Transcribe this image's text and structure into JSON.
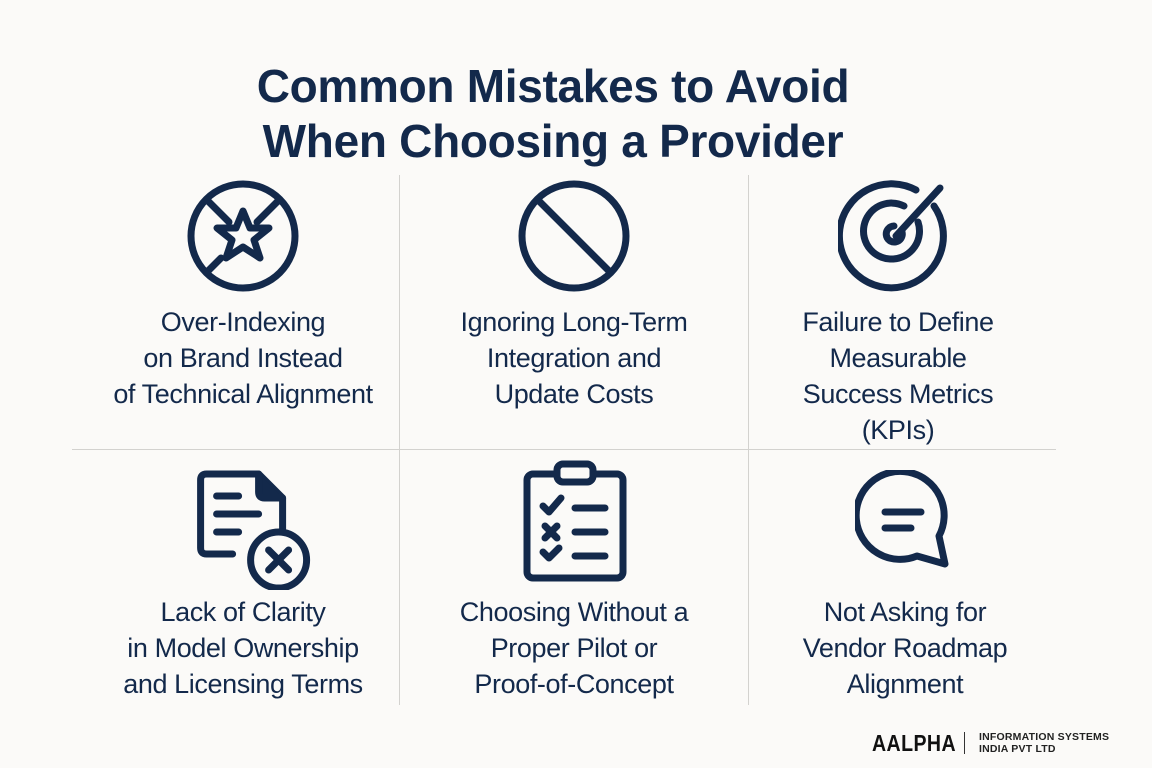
{
  "title": {
    "line1": "Common Mistakes to Avoid",
    "line2": "When Choosing a Provider"
  },
  "colors": {
    "primary": "#13294b",
    "background": "#fbfaf8",
    "divider": "#d3d2cf"
  },
  "items": [
    {
      "icon": "star-prohibited-icon",
      "lines": [
        "Over-Indexing",
        "on Brand Instead",
        "of Technical Alignment"
      ]
    },
    {
      "icon": "prohibited-icon",
      "lines": [
        "Ignoring Long-Term",
        "Integration and",
        "Update Costs"
      ]
    },
    {
      "icon": "target-icon",
      "lines": [
        "Failure to Define",
        "Measurable",
        "Success Metrics",
        "(KPIs)"
      ]
    },
    {
      "icon": "document-cancel-icon",
      "lines": [
        "Lack of Clarity",
        "in Model Ownership",
        "and Licensing Terms"
      ]
    },
    {
      "icon": "checklist-clipboard-icon",
      "lines": [
        "Choosing Without a",
        "Proper Pilot or",
        "Proof-of-Concept"
      ]
    },
    {
      "icon": "speech-bubble-icon",
      "lines": [
        "Not Asking for",
        "Vendor Roadmap",
        "Alignment"
      ]
    }
  ],
  "footer": {
    "brand": "AALPHA",
    "company_line1": "INFORMATION SYSTEMS",
    "company_line2": "INDIA PVT LTD"
  }
}
